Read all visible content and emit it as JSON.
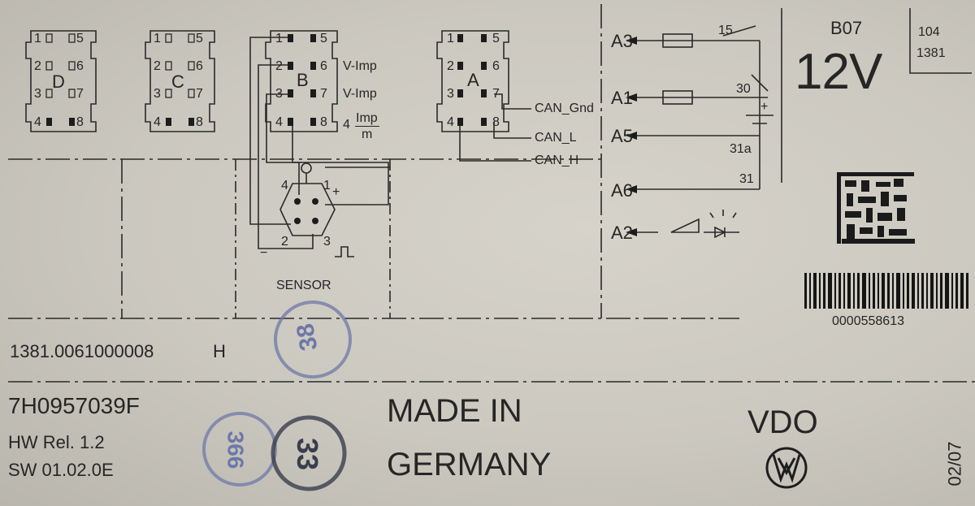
{
  "connectors": {
    "D": {
      "letter": "D",
      "pins": [
        "1",
        "5",
        "2",
        "6",
        "3",
        "7",
        "4",
        "8"
      ]
    },
    "C": {
      "letter": "C",
      "pins": [
        "1",
        "5",
        "2",
        "6",
        "3",
        "7",
        "4",
        "8"
      ]
    },
    "B": {
      "letter": "B",
      "pins": [
        "1",
        "5",
        "2",
        "6",
        "3",
        "7",
        "4",
        "8"
      ]
    },
    "A": {
      "letter": "A",
      "pins": [
        "1",
        "5",
        "2",
        "6",
        "3",
        "7",
        "4",
        "8"
      ]
    }
  },
  "b_signals": {
    "vimp1": "V-Imp",
    "vimp2": "V-Imp",
    "imp_num": "4",
    "imp_top": "Imp",
    "imp_bottom": "m"
  },
  "a_signals": {
    "can_gnd": "CAN_Gnd",
    "can_l": "CAN_L",
    "can_h": "CAN_H"
  },
  "terminals": {
    "a3": "A3",
    "a1": "A1",
    "a5": "A5",
    "a6": "A6",
    "a2": "A2"
  },
  "wires": {
    "w15": "15",
    "w30": "30",
    "w31a": "31a",
    "w31": "31",
    "plus": "+"
  },
  "sensor": {
    "label": "SENSOR",
    "p1": "1",
    "p2": "2",
    "p3": "3",
    "p4": "4",
    "plus": "+",
    "minus": "−"
  },
  "header": {
    "code": "B07",
    "voltage": "12V",
    "box_top": "104",
    "box_bottom": "1381"
  },
  "barcode_number": "0000558613",
  "serial": {
    "number": "1381.0061000008",
    "suffix": "H"
  },
  "part": {
    "number": "7H0957039F",
    "hw": "HW Rel. 1.2",
    "sw": "SW 01.02.0E"
  },
  "origin": {
    "line1": "MADE IN",
    "line2": "GERMANY"
  },
  "brand": "VDO",
  "date": "02/07",
  "stamps": {
    "s1": "38",
    "s2": "366",
    "s3": "33"
  },
  "colors": {
    "ink": "#262626",
    "stamp_blue": "#6d78a8",
    "stamp_dark": "#3a3d4e",
    "label_bg": "#cfccc3"
  }
}
